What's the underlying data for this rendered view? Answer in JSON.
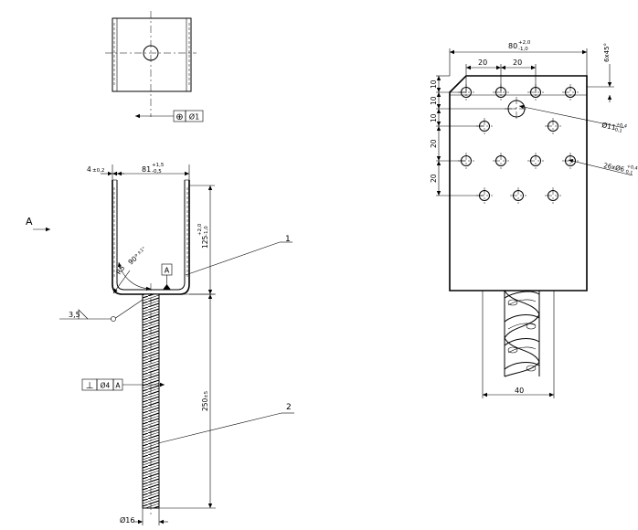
{
  "front_view": {
    "dim_thickness": "4",
    "dim_thickness_tol": "±0,2",
    "dim_width": "81",
    "dim_width_tol_upper": "+1,5",
    "dim_width_tol_lower": "-0,5",
    "dim_height": "125",
    "dim_height_tol_upper": "+2,0",
    "dim_height_tol_lower": "-1,0",
    "angle": "90°",
    "angle_tol": "±1°",
    "radius": "R5",
    "datum": "A",
    "weld_size": "3,5",
    "rod_length": "250",
    "rod_length_tol": "±5",
    "rod_diameter": "Ø16",
    "callout_1": "1",
    "callout_2": "2",
    "view_arrow": "A",
    "perp_symbol": "⊥",
    "perp_value": "Ø4",
    "perp_datum": "A"
  },
  "top_view": {
    "position_symbol": "⊕",
    "position_value": "Ø1"
  },
  "side_view": {
    "dim_width": "80",
    "dim_width_tol_upper": "+2,0",
    "dim_width_tol_lower": "-1,0",
    "dim_pitch_1": "20",
    "dim_pitch_2": "20",
    "dim_chamfer": "6x45°",
    "dim_row_1": "10",
    "dim_row_2": "10",
    "dim_row_3": "10",
    "dim_row_4": "20",
    "dim_row_5": "20",
    "big_hole": "Ø11",
    "big_hole_tol_upper": "+0,4",
    "big_hole_tol_lower": "0,1",
    "small_holes": "26xØ6",
    "small_holes_tol_upper": "+0,4",
    "small_holes_tol_lower": "0,1",
    "rod_width": "40"
  }
}
